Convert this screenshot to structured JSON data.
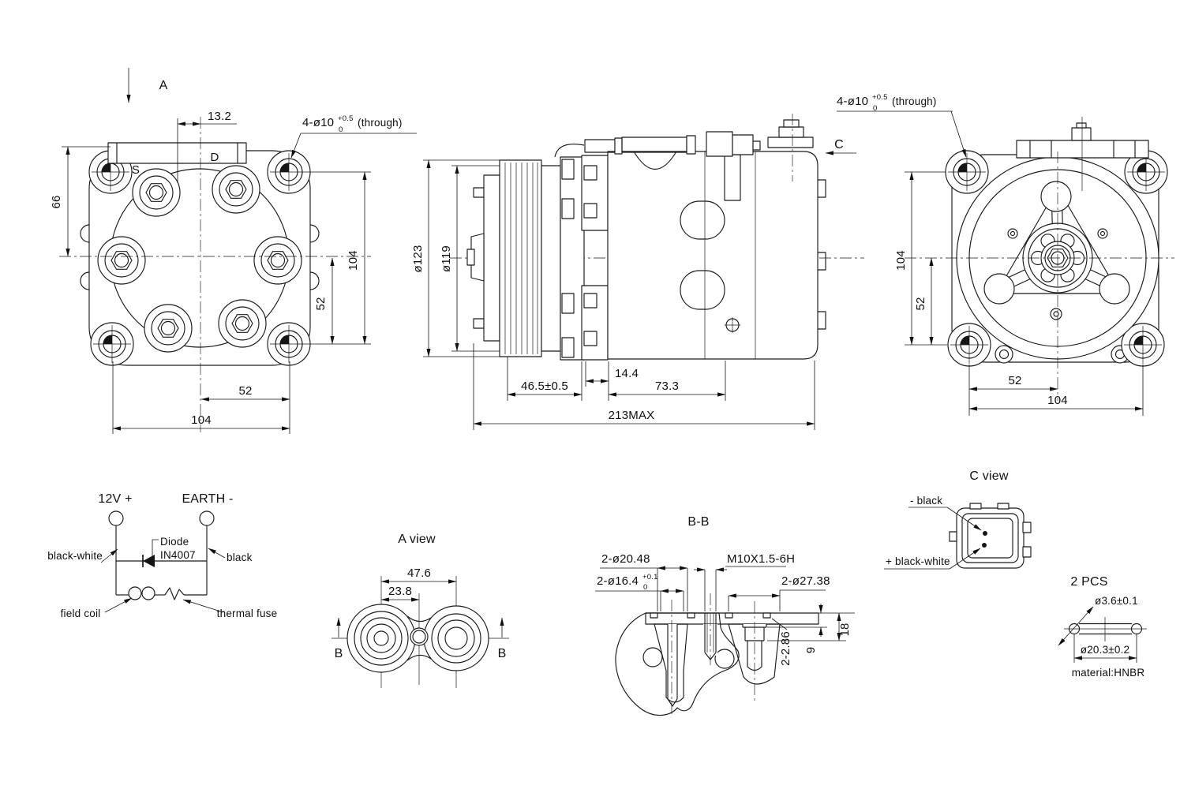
{
  "back_view": {
    "view_label": "A",
    "callout_prefix": "4-ø10",
    "callout_sup": "+0.5",
    "callout_sub": "0",
    "callout_suffix": "(through)",
    "port_s": "S",
    "port_d": "D",
    "dim_13_2": "13.2",
    "dim_66": "66",
    "dim_104_right": "104",
    "dim_52_right": "52",
    "dim_52_bottom": "52",
    "dim_104_bottom": "104"
  },
  "side_view": {
    "dia_123": "ø123",
    "dia_119": "ø119",
    "view_label": "C",
    "dim_46_5": "46.5±0.5",
    "dim_14_4": "14.4",
    "dim_73_3": "73.3",
    "dim_213": "213MAX"
  },
  "front_view": {
    "callout_prefix": "4-ø10",
    "callout_sup": "+0.5",
    "callout_sub": "0",
    "callout_suffix": "(through)",
    "dim_104_left": "104",
    "dim_52_left": "52",
    "dim_52_bottom": "52",
    "dim_104_bottom": "104"
  },
  "wiring": {
    "terminal_pos": "12V +",
    "terminal_neg": "EARTH -",
    "diode_line1": "Diode",
    "diode_line2": "IN4007",
    "wire_pos": "black-white",
    "wire_neg": "black",
    "coil": "field coil",
    "fuse": "thermal fuse"
  },
  "a_view": {
    "title": "A view",
    "dim_47_6": "47.6",
    "dim_23_8": "23.8",
    "b_left": "B",
    "b_right": "B"
  },
  "bb_section": {
    "title": "B-B",
    "label_20_48": "2-ø20.48",
    "label_16_4": "2-ø16.4",
    "label_16_4_sup": "+0.1",
    "label_16_4_sub": "0",
    "label_thread": "M10X1.5-6H",
    "label_27_38": "2-ø27.38",
    "label_groove": "2-2.86",
    "dim_18": "18",
    "dim_9": "9"
  },
  "c_view": {
    "title": "C view",
    "pin_neg": "- black",
    "pin_pos": "+ black-white"
  },
  "oring": {
    "qty": "2 PCS",
    "cs_dia": "ø3.6±0.1",
    "od": "ø20.3±0.2",
    "material": "material:HNBR"
  }
}
